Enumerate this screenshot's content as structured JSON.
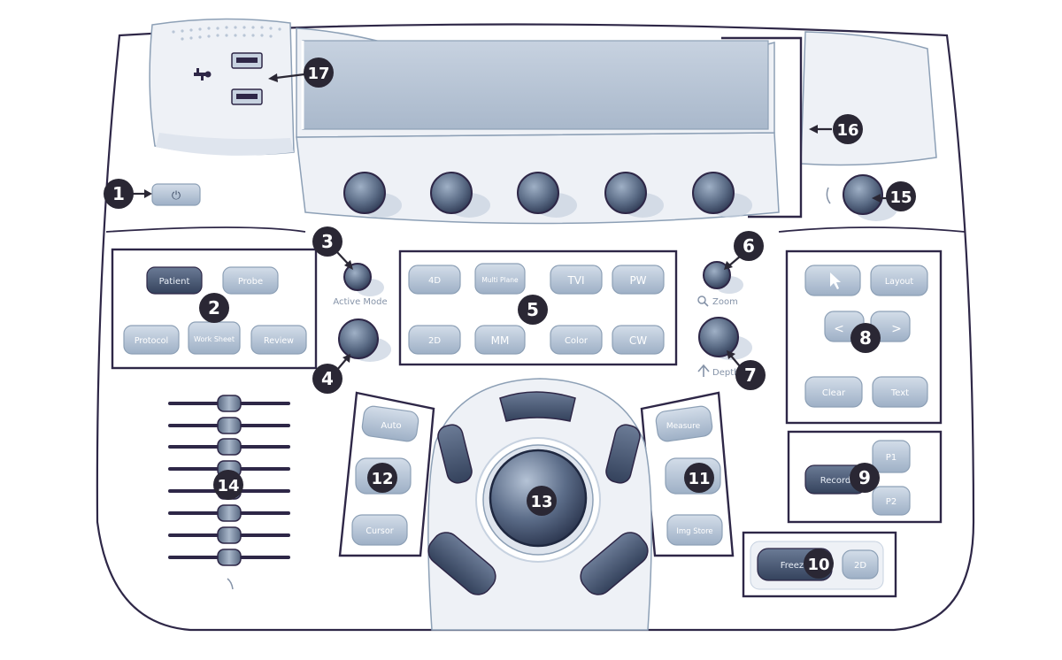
{
  "colors": {
    "outline": "#2e2747",
    "panel": "#ffffff",
    "panel_shade": "#eef1f6",
    "key_fill": "#b9c6d6",
    "key_shade": "#8da0b6",
    "key_dark": "#43526b",
    "callout_fill": "#2a2734",
    "callout_text": "#ffffff",
    "label_text": "#8593a8"
  },
  "keys": {
    "power": "⏻",
    "patient": "Patient",
    "probe": "Probe",
    "protocol": "Protocol",
    "work_sheet": "Work Sheet",
    "review": "Review",
    "mode_4d": "4D",
    "multi_plane": "Multi Plane",
    "tvi": "TVI",
    "pw": "PW",
    "mode_2d": "2D",
    "mm": "MM",
    "color": "Color",
    "cw": "CW",
    "active_mode": "Active Mode",
    "zoom": "Zoom",
    "depth": "Depth",
    "auto": "Auto",
    "cursor": "Cursor",
    "measure": "Measure",
    "img_store": "Img Store",
    "layout": "Layout",
    "clear": "Clear",
    "text": "Text",
    "record": "Record",
    "p1": "P1",
    "p2": "P2",
    "freeze": "Freeze",
    "freeze_2d": "2D"
  },
  "callouts": [
    "1",
    "2",
    "3",
    "4",
    "5",
    "6",
    "7",
    "8",
    "9",
    "10",
    "11",
    "12",
    "13",
    "14",
    "15",
    "16",
    "17"
  ]
}
